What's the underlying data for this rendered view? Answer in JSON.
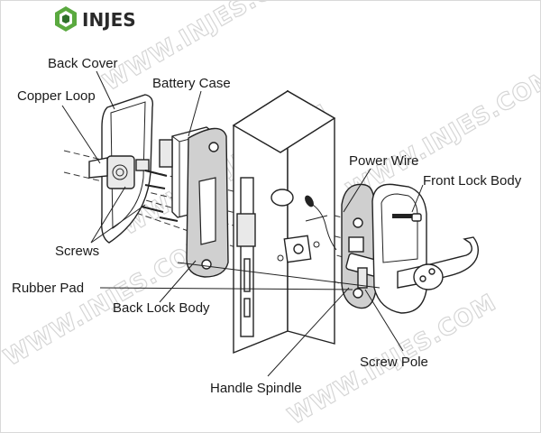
{
  "brand": {
    "name": "INJES",
    "accent": "#5aa93f"
  },
  "watermarks": [
    "WWW.INJES.COM",
    "WWW.INJES.COM",
    "WWW.INJES.COM",
    "WWW.INJES.COM",
    "WWW.INJES.COM"
  ],
  "labels": {
    "back_cover": "Back Cover",
    "copper_loop": "Copper Loop",
    "battery_case": "Battery Case",
    "power_wire": "Power Wire",
    "front_lock_body": "Front Lock Body",
    "screws": "Screws",
    "rubber_pad": "Rubber Pad",
    "back_lock_body": "Back Lock Body",
    "screw_pole": "Screw Pole",
    "handle_spindle": "Handle Spindle"
  },
  "icons": {
    "logo": "hexagon-logo-icon"
  }
}
